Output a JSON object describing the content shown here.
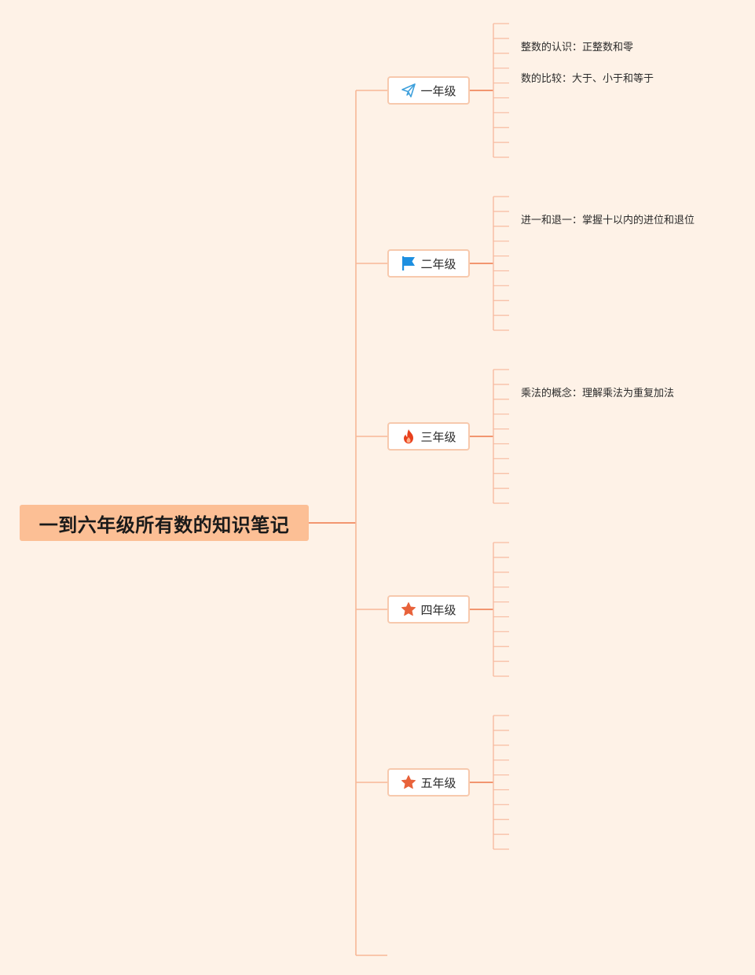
{
  "root": {
    "title": "一到六年级所有数的知识笔记"
  },
  "grades": [
    {
      "label": "一年级",
      "icon": "paper-plane-icon",
      "icon_color": "#3ea0dc"
    },
    {
      "label": "二年级",
      "icon": "flag-icon",
      "icon_color": "#1d8fe0"
    },
    {
      "label": "三年级",
      "icon": "fire-icon",
      "icon_color": "#e8401c"
    },
    {
      "label": "四年级",
      "icon": "star-icon",
      "icon_color": "#e8623a"
    },
    {
      "label": "五年级",
      "icon": "star-icon",
      "icon_color": "#e8623a"
    }
  ],
  "notes": [
    {
      "grade": "一年级",
      "text": "整数的认识：正整数和零"
    },
    {
      "grade": "一年级",
      "text": "数的比较：大于、小于和等于"
    },
    {
      "grade": "二年级",
      "text": "进一和退一：掌握十以内的进位和退位"
    },
    {
      "grade": "三年级",
      "text": "乘法的概念：理解乘法为重复加法"
    }
  ],
  "colors": {
    "background": "#fef2e7",
    "root_fill": "#fcbf95",
    "trunk_line": "#f7b797",
    "branch_line": "#f0885f",
    "leaf_line": "#f7bba1",
    "node_border": "#f7c9ad"
  }
}
